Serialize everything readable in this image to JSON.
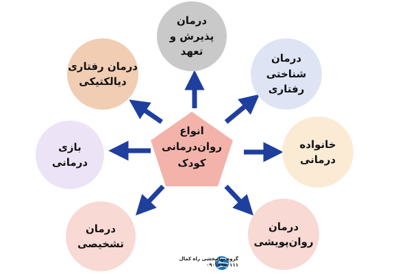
{
  "center": {
    "lines": [
      "انواع",
      "روان‌درمانی",
      "کودک"
    ],
    "color": "#f3b3ab"
  },
  "nodes": [
    {
      "id": "acceptance-commitment",
      "lines": [
        "درمان",
        "پذیرش و",
        "تعهد"
      ],
      "color": "#c9c9c9"
    },
    {
      "id": "cognitive-behavioral",
      "lines": [
        "درمان",
        "شناختی",
        "رفتاری"
      ],
      "color": "#dfe4f5"
    },
    {
      "id": "family",
      "lines": [
        "خانواده",
        "درمانی"
      ],
      "color": "#fcebd4"
    },
    {
      "id": "psychodynamic",
      "lines": [
        "درمان",
        "روان‌پویشی"
      ],
      "color": "#f8d9d4"
    },
    {
      "id": "diagnostic",
      "lines": [
        "درمان",
        "تشخیصی"
      ],
      "color": "#f8d9d4"
    },
    {
      "id": "play",
      "lines": [
        "بازی",
        "درمانی"
      ],
      "color": "#ece4f6"
    },
    {
      "id": "dialectical-behavior",
      "lines": [
        "درمان رفتاری",
        "دیالکتیکی"
      ],
      "color": "#f0cdb3"
    }
  ],
  "arrow_color": "#1f3f9e",
  "footer": {
    "lines": [
      "گروه توانبخشی راه کمال",
      "۰۹۰۲۳۹۵۰۱۱۱"
    ],
    "logo_icon": "brain-globe-logo-icon"
  }
}
